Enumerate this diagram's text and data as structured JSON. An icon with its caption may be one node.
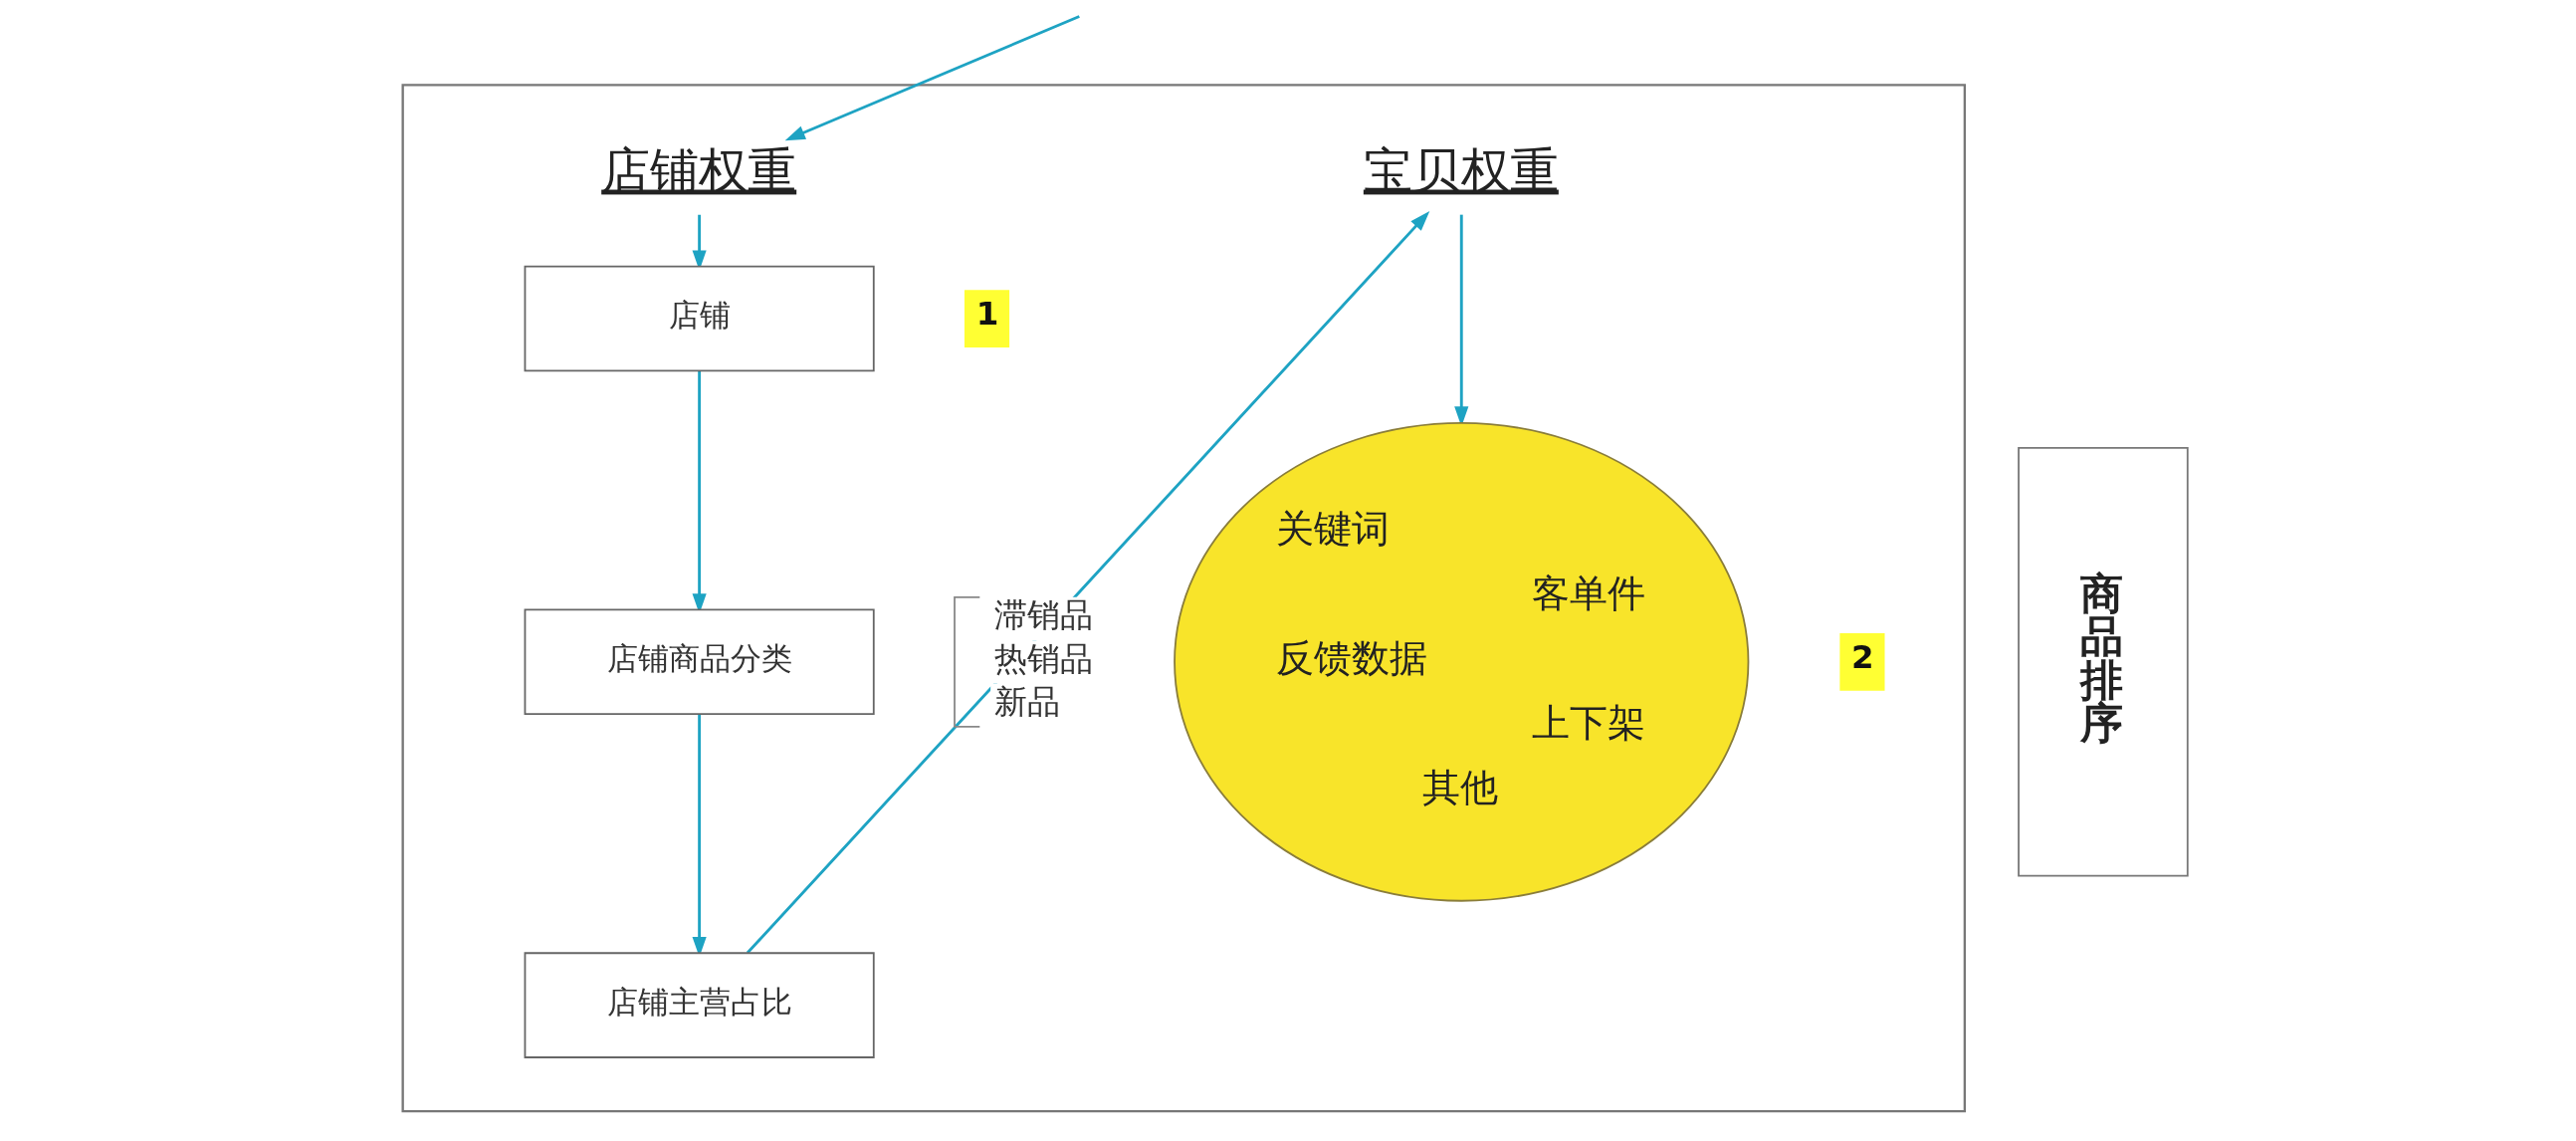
{
  "diagram": {
    "nodes": [
      {
        "text": [],
        "shape": "box"
      },
      {
        "text": [
          "店铺权重"
        ],
        "in": 0
      },
      {
        "text": [
          "店铺"
        ],
        "in": 0
      },
      {
        "text": [
          "店铺商品分类"
        ],
        "in": 0,
        "beside": [
          "滞销品",
          "热销品",
          "新品"
        ]
      },
      {
        "text": [
          "店铺主营占比"
        ],
        "in": 0
      },
      {
        "text": [
          "宝贝权重"
        ],
        "in": 0
      },
      {
        "text": [
          "关键词",
          "客单件",
          "反馈数据",
          "上下架",
          "其他"
        ],
        "in": 0
      },
      {
        "text": [
          "商品排序"
        ]
      }
    ],
    "edges": [
      {
        "from": null,
        "to": 1,
        "arrow": "to"
      },
      {
        "from": 1,
        "to": 2,
        "arrow": "to"
      },
      {
        "from": 2,
        "to": 3,
        "arrow": "to"
      },
      {
        "from": 3,
        "to": 4,
        "arrow": "to"
      },
      {
        "from": 4,
        "to": 5,
        "arrow": "to"
      },
      {
        "from": 5,
        "to": 6,
        "arrow": "to"
      }
    ],
    "labels": [
      "1",
      "2"
    ]
  }
}
